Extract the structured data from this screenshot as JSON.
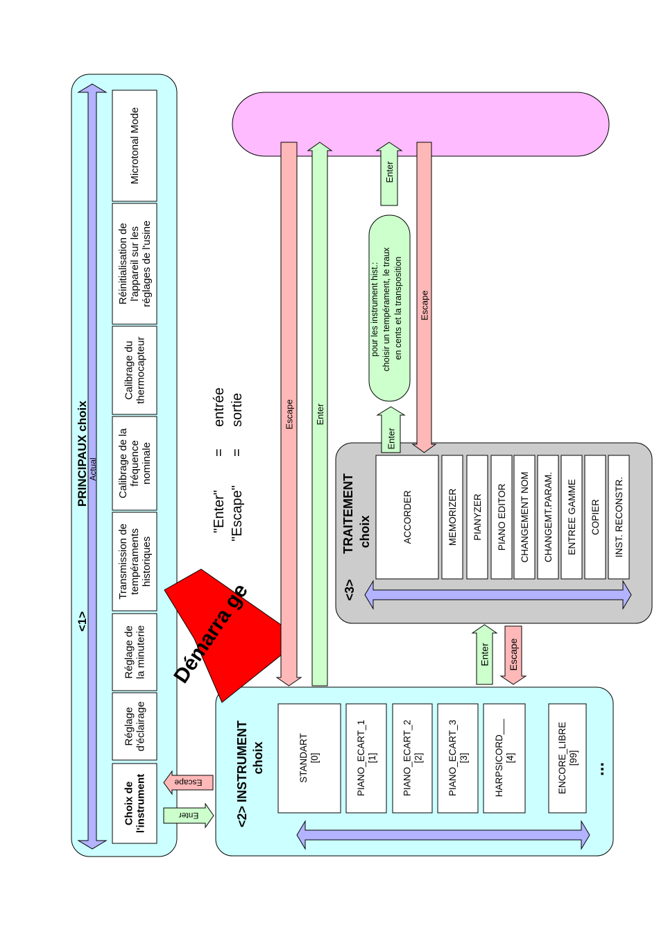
{
  "panel1": {
    "num": "<1>",
    "title": "PRINCIPAUX  choix",
    "actual": "Actual",
    "items": [
      {
        "lines": [
          "Choix de",
          "l'instrument"
        ],
        "bold": true
      },
      {
        "lines": [
          "Réglage",
          "d'éclairage"
        ]
      },
      {
        "lines": [
          "Réglage de",
          "la  minuterie"
        ]
      },
      {
        "lines": [
          "Transmission  de",
          "tempéraments",
          "historiques"
        ]
      },
      {
        "lines": [
          "Calibrage de la",
          "fréquence",
          "nominale"
        ]
      },
      {
        "lines": [
          "Calibrage du",
          "thermocapteur"
        ]
      },
      {
        "lines": [
          "Réinitialisation  de",
          "l'appareil  sur  les",
          "réglages  de  l'usine"
        ]
      },
      {
        "lines": [
          "Microtonal  Mode"
        ]
      }
    ]
  },
  "panel2": {
    "num": "<2>",
    "title": "INSTRUMENT",
    "subtitle": "choix",
    "items": [
      {
        "name": "STANDART",
        "index": "[0]"
      },
      {
        "name": "PIANO_ECART_1",
        "index": "[1]"
      },
      {
        "name": "PIANO_ECART_2",
        "index": "[2]"
      },
      {
        "name": "PIANO_ECART_3",
        "index": "[3]"
      },
      {
        "name": "HARPSICORD___",
        "index": "[4]"
      },
      {
        "name": "ENCORE_LIBRE",
        "index": "[99]"
      }
    ],
    "ellipsis": "..."
  },
  "panel3": {
    "num": "<3>",
    "title": "TRAITEMENT",
    "subtitle": "choix",
    "items": [
      "ACCORDER",
      "MEMORIZER",
      "PIANYZER",
      "PIANO  EDITOR",
      "CHANGEMENT  NOM",
      "CHANGEMT.PARAM.",
      "ENTREE  GAMME",
      "COPIER",
      "INST.  RECONSTR."
    ]
  },
  "callout": {
    "lines": [
      "pour  les  instrument  hist.:",
      "choisir un  tempérament, le  traux",
      "en  cents  et  la  transposition"
    ]
  },
  "labels": {
    "enter": "Enter",
    "escape": "Escape"
  },
  "banner": "Démarra ge",
  "legend": {
    "row1": [
      "\"Enter\"",
      "=",
      "entrée"
    ],
    "row2": [
      "\"Escape\"",
      "=",
      "sortie"
    ]
  },
  "colors": {
    "cyan": "#ccffff",
    "lavender": "#b3b3ff",
    "pink": "#ffbbff",
    "green": "#ccffcc",
    "salmon": "#ffb8b8",
    "gray": "#cccccc",
    "red": "#ff0000"
  }
}
